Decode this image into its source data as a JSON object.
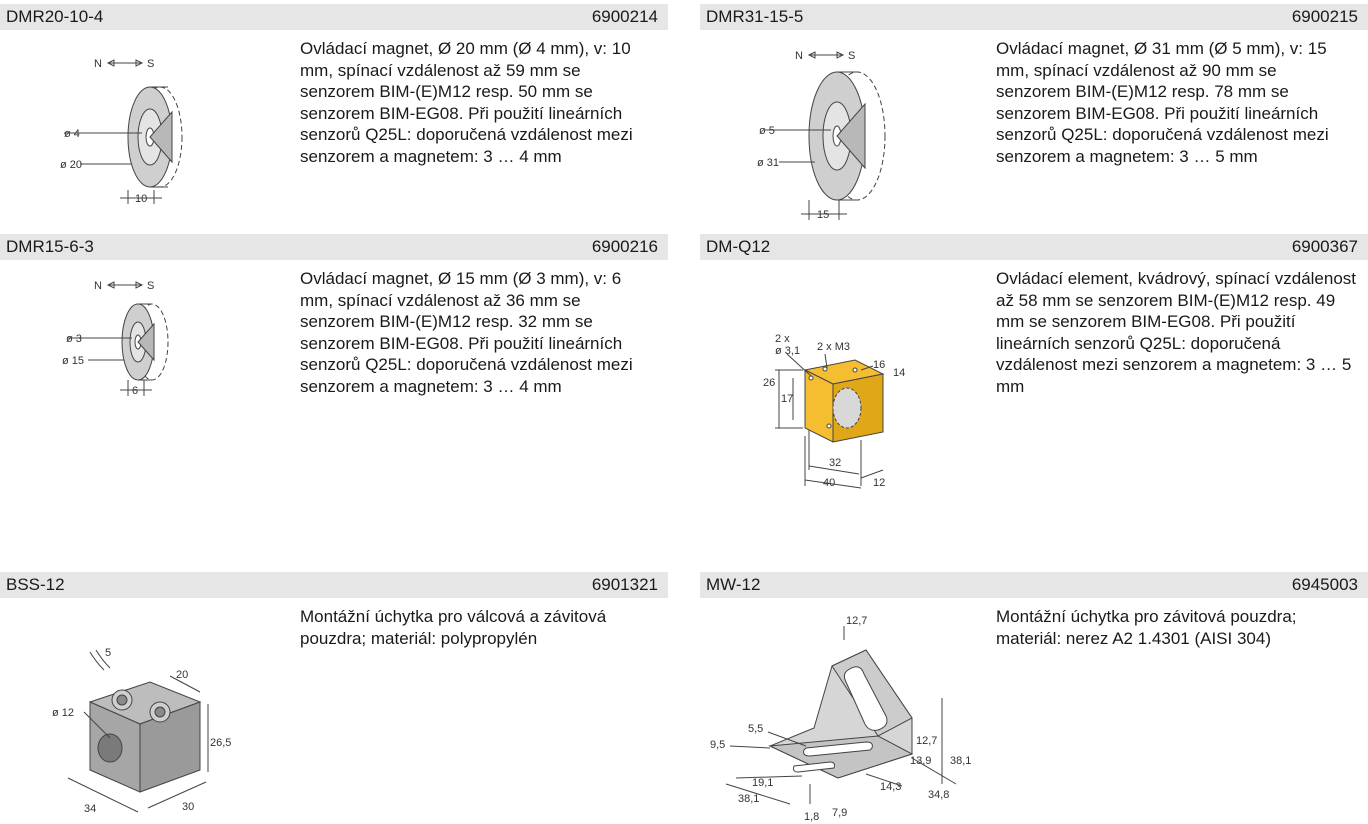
{
  "products": [
    {
      "code": "DMR20-10-4",
      "number": "6900214",
      "description": "Ovládací magnet, Ø 20 mm (Ø 4 mm), v: 10 mm, spínací vzdálenost až 59 mm se senzorem BIM-(E)M12 resp. 50 mm se senzorem BIM-EG08. Při použití lineárních senzorů Q25L: doporučená vzdálenost mezi senzorem a magnetem: 3 … 4 mm",
      "drawing_labels": {
        "n": "N",
        "s": "S",
        "inner": "ø 4",
        "outer": "ø 20",
        "thickness": "10"
      }
    },
    {
      "code": "DMR31-15-5",
      "number": "6900215",
      "description": "Ovládací magnet, Ø 31 mm (Ø 5 mm), v: 15 mm, spínací vzdálenost až 90 mm se senzorem BIM-(E)M12 resp. 78 mm se senzorem BIM-EG08. Při použití lineárních senzorů Q25L: doporučená vzdálenost mezi senzorem a magnetem: 3 … 5 mm",
      "drawing_labels": {
        "n": "N",
        "s": "S",
        "inner": "ø 5",
        "outer": "ø 31",
        "thickness": "15"
      }
    },
    {
      "code": "DMR15-6-3",
      "number": "6900216",
      "description": "Ovládací magnet, Ø 15 mm (Ø 3 mm), v: 6 mm, spínací vzdálenost až 36 mm se senzorem BIM-(E)M12 resp. 32 mm se senzorem BIM-EG08. Při použití lineárních senzorů Q25L: doporučená vzdálenost mezi senzorem a magnetem: 3 … 4 mm",
      "drawing_labels": {
        "n": "N",
        "s": "S",
        "inner": "ø 3",
        "outer": "ø 15",
        "thickness": "6"
      }
    },
    {
      "code": "DM-Q12",
      "number": "6900367",
      "description": "Ovládací element, kvádrový, spínací vzdálenost až 58 mm se senzorem BIM-(E)M12 resp. 49 mm se senzorem BIM-EG08. Při použití lineárních senzorů Q25L: doporučená vzdálenost mezi senzorem a magnetem: 3 … 5 mm",
      "drawing_labels": {
        "holes_count": "2 x",
        "holes_dia": "ø 3,1",
        "thread": "2 x M3",
        "h1": "26",
        "h2": "17",
        "d1": "16",
        "d2": "14",
        "w1": "32",
        "w2": "40",
        "t": "12"
      }
    },
    {
      "code": "BSS-12",
      "number": "6901321",
      "description": "Montážní úchytka pro válcová a závitová pouzdra; materiál: polypropylén",
      "drawing_labels": {
        "s": "5",
        "dia": "ø 12",
        "w": "20",
        "h": "26,5",
        "l": "34",
        "d": "30"
      }
    },
    {
      "code": "MW-12",
      "number": "6945003",
      "description": "Montážní úchytka pro závitová pouzdra; materiál: nerez A2 1.4301 (AISI 304)",
      "drawing_labels": {
        "a": "12,7",
        "b": "5,5",
        "c": "9,5",
        "d": "12,7",
        "e": "13,9",
        "f": "38,1",
        "g": "19,1",
        "h": "38,1",
        "i": "14,3",
        "j": "34,8",
        "k": "1,8",
        "l": "7,9"
      }
    }
  ]
}
